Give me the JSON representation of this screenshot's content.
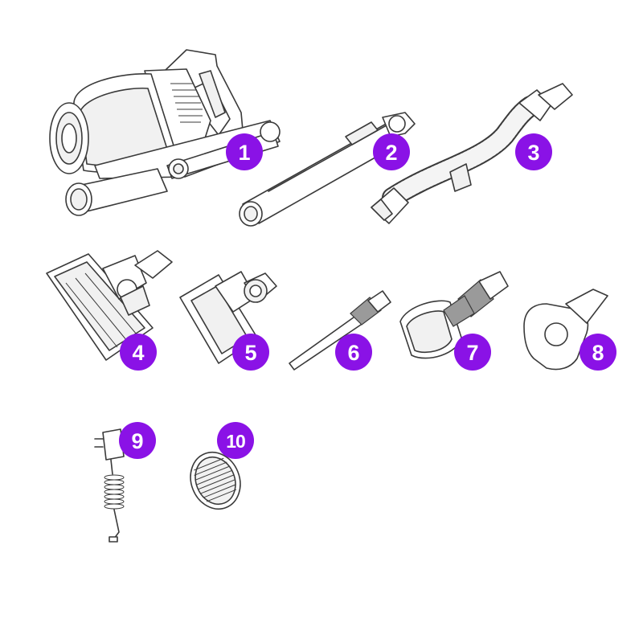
{
  "parts": [
    {
      "id": "main-unit",
      "label": "1"
    },
    {
      "id": "extension-tube",
      "label": "2"
    },
    {
      "id": "flexible-hose",
      "label": "3"
    },
    {
      "id": "floor-brush",
      "label": "4"
    },
    {
      "id": "mini-brush",
      "label": "5"
    },
    {
      "id": "crevice-tool",
      "label": "6"
    },
    {
      "id": "dust-brush",
      "label": "7"
    },
    {
      "id": "wall-mount",
      "label": "8"
    },
    {
      "id": "charger",
      "label": "9"
    },
    {
      "id": "filter",
      "label": "10"
    }
  ],
  "colors": {
    "badge": "#8a12e6",
    "badge_text": "#ffffff",
    "line": "#3a3a3a"
  }
}
